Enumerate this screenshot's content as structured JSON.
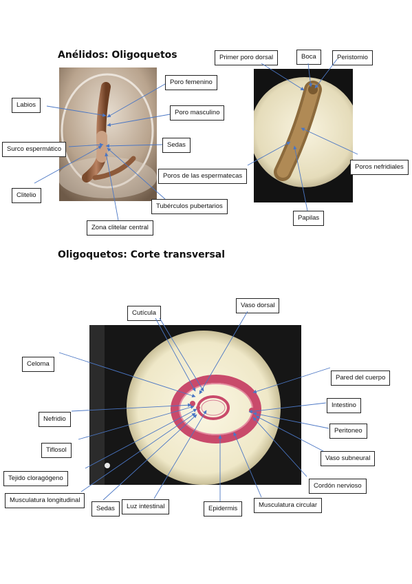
{
  "section1": {
    "title": "Anélidos: Oligoquetos",
    "left_labels": {
      "poro_femenino": "Poro femenino",
      "labios": "Labios",
      "poro_masculino": "Poro masculino",
      "surco_espermatico": "Surco espermático",
      "sedas": "Sedas",
      "clitelio": "Clitelio",
      "tuberculos_pubertarios": "Tubérculos pubertarios",
      "zona_clitelar_central": "Zona clitelar central"
    },
    "right_labels": {
      "primer_poro_dorsal": "Primer poro dorsal",
      "boca": "Boca",
      "peristomio": "Peristomio",
      "poros_nefridiales": "Poros nefridiales",
      "poros_espermatecas": "Poros de las espermatecas",
      "papilas": "Papilas"
    }
  },
  "section2": {
    "title": "Oligoquetos: Corte transversal",
    "labels": {
      "cuticula": "Cutícula",
      "vaso_dorsal": "Vaso dorsal",
      "celoma": "Celoma",
      "pared_cuerpo": "Pared del cuerpo",
      "intestino": "Intestino",
      "nefridio": "Nefridio",
      "peritoneo": "Peritoneo",
      "tiflosol": "Tiflosol",
      "vaso_subneural": "Vaso subneural",
      "tejido_cloragogeno": "Tejido cloragógeno",
      "cordon_nervioso": "Cordón nervioso",
      "musculatura_longitudinal": "Musculatura longitudinal",
      "sedas": "Sedas",
      "luz_intestinal": "Luz intestinal",
      "epidermis": "Epidermis",
      "musculatura_circular": "Musculatura circular"
    }
  },
  "colors": {
    "arrow": "#4a76c4",
    "tissue": "#c94a6b",
    "field": "#f3eed2"
  }
}
